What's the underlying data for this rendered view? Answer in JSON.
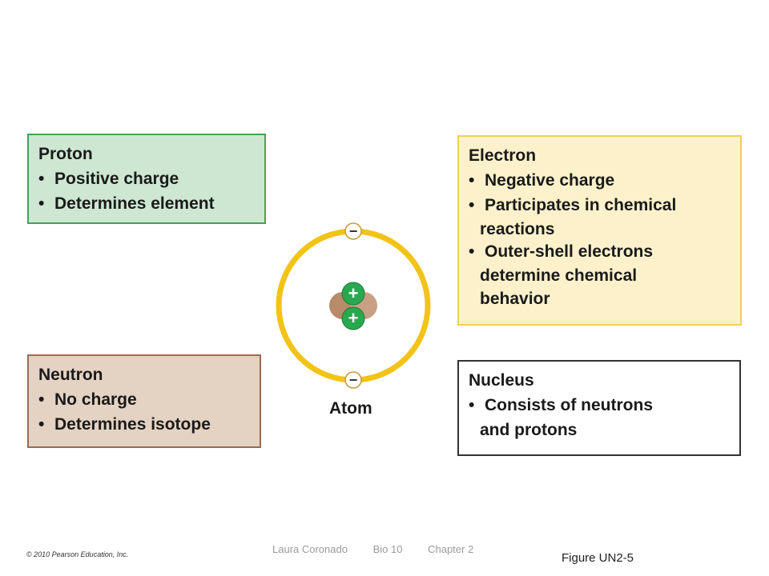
{
  "proton": {
    "title": "Proton",
    "items": [
      "Positive charge",
      "Determines element"
    ]
  },
  "neutron": {
    "title": "Neutron",
    "items": [
      "No charge",
      "Determines isotope"
    ]
  },
  "electron": {
    "title": "Electron",
    "item1": "Negative charge",
    "item2a": "Participates in chemical",
    "item2b": "reactions",
    "item3a": "Outer-shell electrons",
    "item3b": "determine chemical",
    "item3c": "behavior"
  },
  "nucleus": {
    "title": "Nucleus",
    "item1a": "Consists of neutrons",
    "item1b": "and protons"
  },
  "atom": {
    "label": "Atom",
    "electron_symbol": "−",
    "proton_symbol": "+"
  },
  "bullet": "•",
  "footer": {
    "copyright": "© 2010 Pearson Education, Inc.",
    "author": "Laura Coronado",
    "course": "Bio 10",
    "chapter": "Chapter 2",
    "figure": "Figure UN2-5"
  },
  "colors": {
    "proton_fill": "#cde7d2",
    "neutron_fill": "#e4d2c2",
    "electron_fill": "#fdf1cc",
    "orbit": "#f2c318",
    "proton_green": "#2aa84f"
  }
}
